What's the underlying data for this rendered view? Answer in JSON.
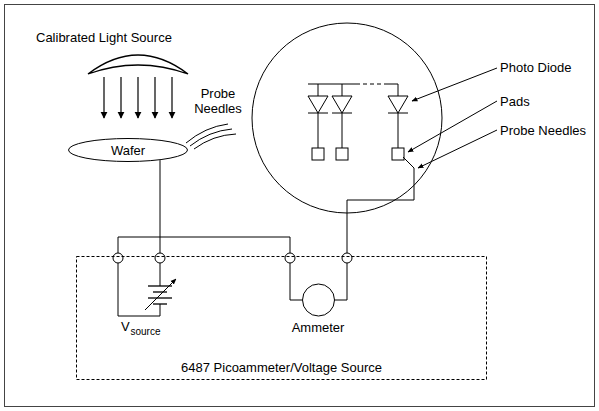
{
  "diagram": {
    "nodes": [
      {
        "text": [
          "Wafer"
        ]
      },
      {
        "text": [
          "6487 Picoammeter/Voltage Source"
        ]
      },
      {
        "text": [
          "Ammeter"
        ],
        "in": 1
      }
    ],
    "edges": [
      {
        "from": 0,
        "to": 1,
        "arrow": "none"
      }
    ],
    "labels": [
      "Calibrated Light Source",
      "Probe Needles",
      "Photo Diode",
      "Pads",
      "Probe Needles",
      "V",
      "source"
    ]
  }
}
